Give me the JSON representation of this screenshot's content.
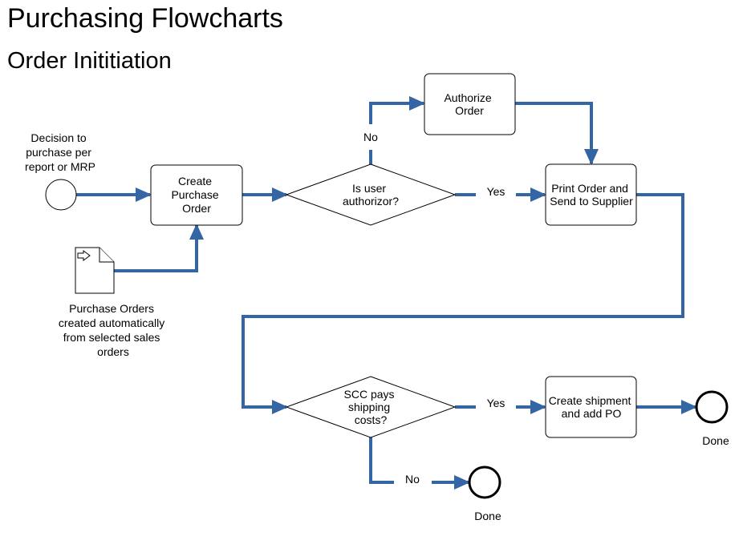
{
  "title": "Purchasing Flowcharts",
  "subtitle": "Order Inititiation",
  "nodes": {
    "start_label": [
      "Decision to",
      "purchase per",
      "report or MRP"
    ],
    "create_po": [
      "Create",
      "Purchase",
      "Order"
    ],
    "is_authorizor": [
      "Is user",
      "authorizor?"
    ],
    "authorize_order": [
      "Authorize",
      "Order"
    ],
    "print_order": [
      "Print Order and",
      "Send to Supplier"
    ],
    "auto_po_label": [
      "Purchase Orders",
      "created automatically",
      "from selected sales",
      "orders"
    ],
    "scc_pays": [
      "SCC pays",
      "shipping",
      "costs?"
    ],
    "create_shipment": [
      "Create shipment",
      "and add PO"
    ],
    "done_1": "Done",
    "done_2": "Done"
  },
  "edges": {
    "no_1": "No",
    "yes_1": "Yes",
    "yes_2": "Yes",
    "no_2": "No"
  },
  "colors": {
    "connector": "#3465a4",
    "outline": "#000000"
  }
}
